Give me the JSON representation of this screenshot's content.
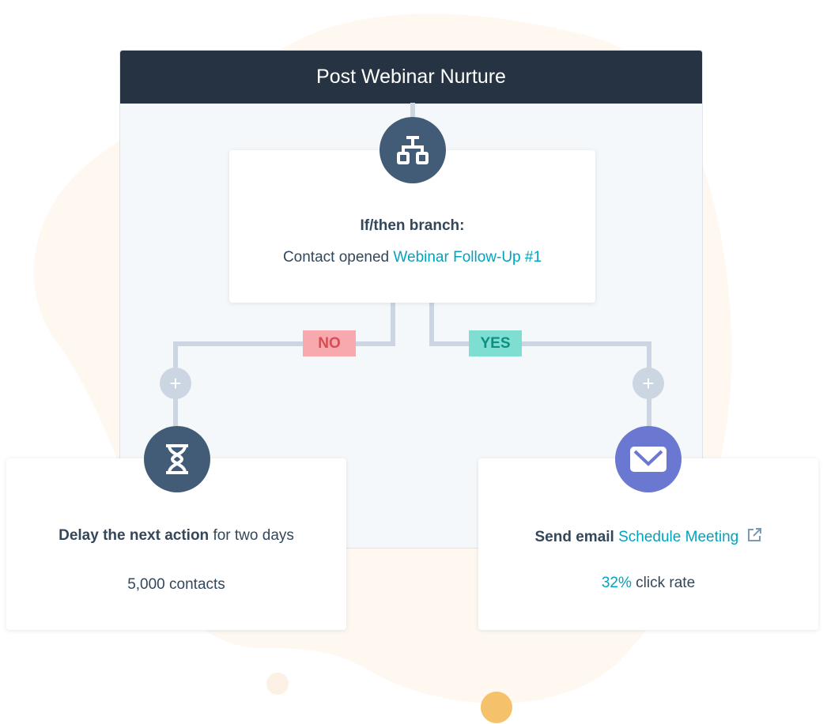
{
  "workflow": {
    "title": "Post Webinar Nurture"
  },
  "branch": {
    "icon": "branch-icon",
    "title": "If/then branch:",
    "prefix": "Contact opened",
    "email_link": "Webinar Follow-Up #1",
    "no_label": "NO",
    "yes_label": "YES"
  },
  "add_step": {
    "symbol": "+"
  },
  "delay": {
    "icon": "hourglass-icon",
    "title_bold": "Delay the next action",
    "title_rest": "for two days",
    "stat": "5,000 contacts"
  },
  "email": {
    "icon": "envelope-icon",
    "title_bold": "Send email",
    "email_link": "Schedule Meeting",
    "rate_value": "32%",
    "rate_label": "click rate"
  },
  "colors": {
    "header": "#253342",
    "accent": "#00a4bd",
    "node": "#425b76",
    "email_node": "#6a78d1",
    "no": "#f8a9ad",
    "yes": "#7fded2"
  }
}
